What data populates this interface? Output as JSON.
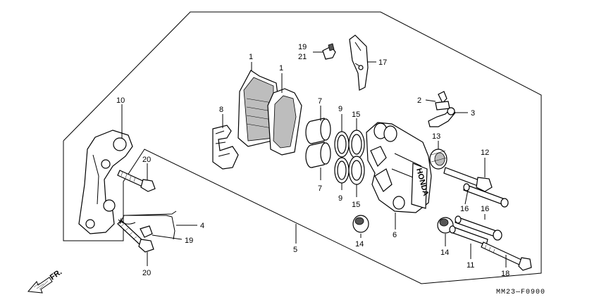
{
  "callouts": {
    "c1a": "1",
    "c1b": "1",
    "c2": "2",
    "c3": "3",
    "c4": "4",
    "c5": "5",
    "c6": "6",
    "c7a": "7",
    "c7b": "7",
    "c8": "8",
    "c9a": "9",
    "c9b": "9",
    "c10": "10",
    "c11": "11",
    "c12": "12",
    "c13": "13",
    "c14a": "14",
    "c14b": "14",
    "c15a": "15",
    "c15b": "15",
    "c16a": "16",
    "c16b": "16",
    "c17": "17",
    "c18": "18",
    "c19a": "19",
    "c19b": "19",
    "c20a": "20",
    "c20b": "20",
    "c21": "21"
  },
  "direction_label": "FR.",
  "figure_code": "MM23—F0900",
  "caliper_brand": "HONDA"
}
